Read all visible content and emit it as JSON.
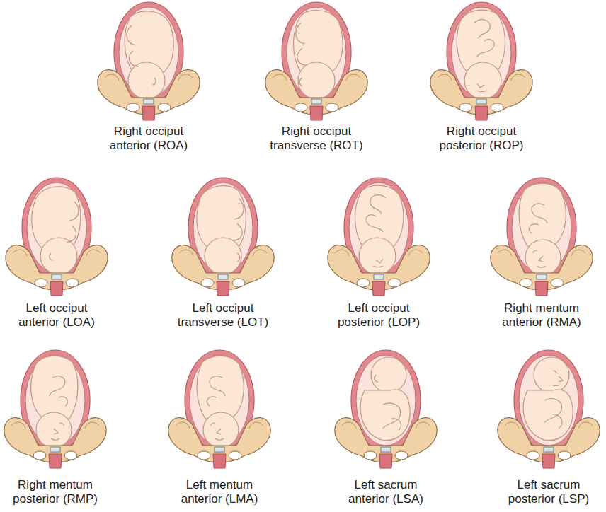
{
  "diagram": {
    "labels": [
      "Right occiput anterior (ROA)",
      "Right occiput transverse (ROT)",
      "Right occiput posterior (ROP)",
      "Left occiput anterior (LOA)",
      "Left occiput transverse (LOT)",
      "Left occiput posterior (LOP)",
      "Right mentum anterior (RMA)",
      "Right mentum posterior (RMP)",
      "Left mentum anterior (LMA)",
      "Left sacrum anterior (LSA)",
      "Left sacrum posterior (LSP)"
    ]
  }
}
